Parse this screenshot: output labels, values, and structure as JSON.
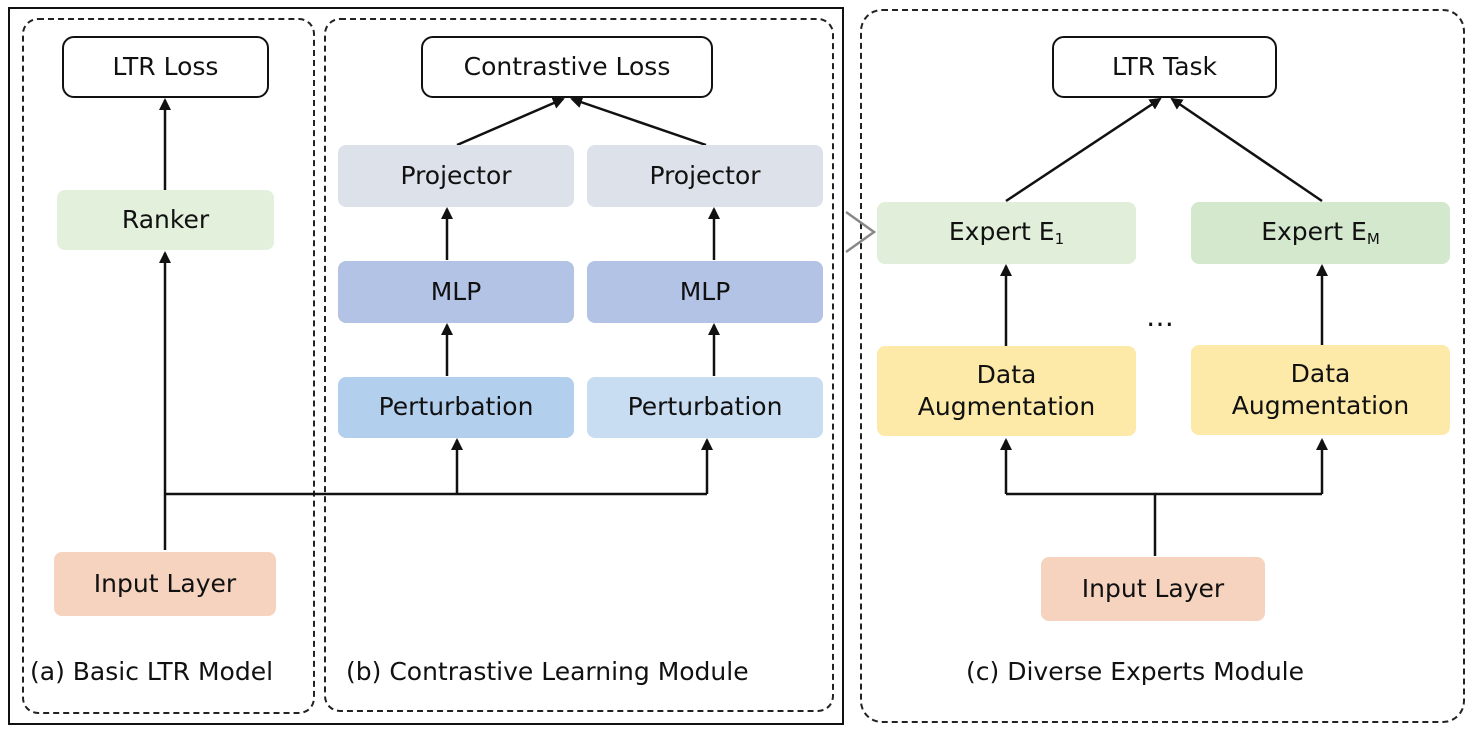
{
  "left_panel": {
    "a": {
      "caption": "(a) Basic LTR Model",
      "loss": "LTR Loss",
      "ranker": "Ranker",
      "input": "Input Layer"
    },
    "b": {
      "caption": "(b) Contrastive Learning Module",
      "loss": "Contrastive Loss",
      "branches": [
        {
          "projector": "Projector",
          "mlp": "MLP",
          "perturbation": "Perturbation"
        },
        {
          "projector": "Projector",
          "mlp": "MLP",
          "perturbation": "Perturbation"
        }
      ]
    }
  },
  "right_panel": {
    "caption": "(c) Diverse Experts Module",
    "task": "LTR Task",
    "experts": [
      {
        "label": "Expert E",
        "sub": "1",
        "augmentation": "Data\nAugmentation"
      },
      {
        "label": "Expert E",
        "sub": "M",
        "augmentation": "Data\nAugmentation"
      }
    ],
    "ellipsis": "…",
    "input": "Input Layer"
  },
  "colors": {
    "ranker": "#e3f0dc",
    "input": "#f6d3bf",
    "projector": "#dce1ea",
    "mlp": "#b3c3e5",
    "perturbation_left": "#b3cfee",
    "perturbation_right": "#c8dcf2",
    "expert_1": "#e1eed9",
    "expert_m": "#d4e8cd",
    "augmentation": "#fde9a8"
  }
}
